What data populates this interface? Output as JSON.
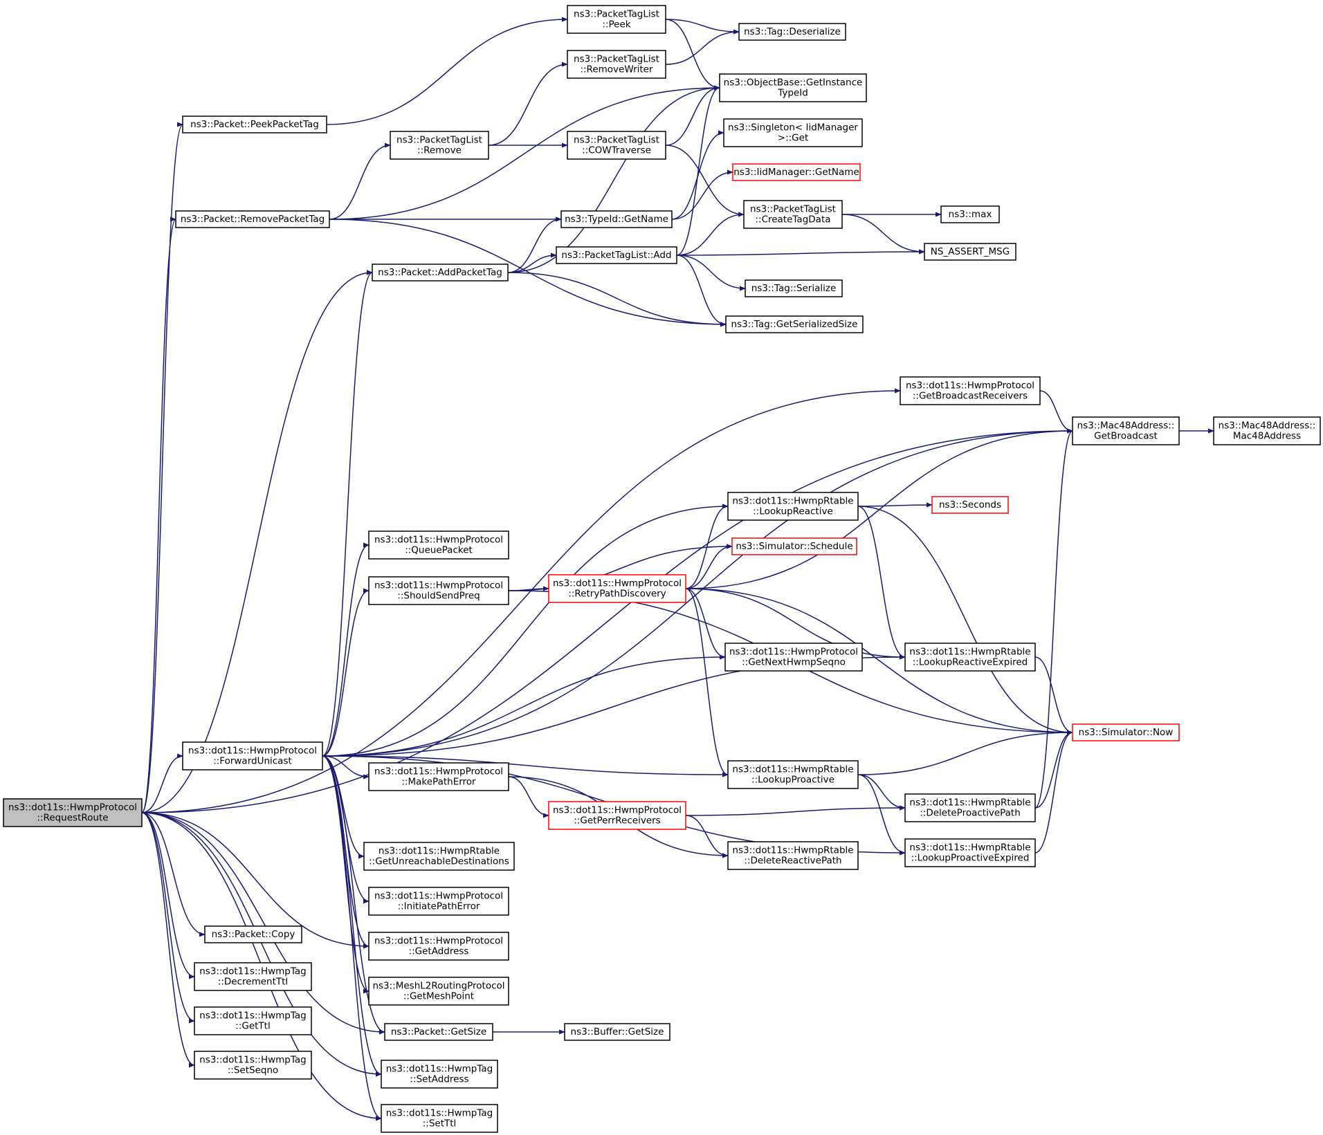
{
  "colors": {
    "edge": "#191970",
    "normal_border": "#000000",
    "truncated_border": "#ff0000",
    "root_fill": "#bfbfbf",
    "node_fill": "#ffffff"
  },
  "nodes": {
    "request_route": {
      "lines": [
        "ns3::dot11s::HwmpProtocol",
        "::RequestRoute"
      ],
      "kind": "root"
    },
    "peek_packet_tag": {
      "lines": [
        "ns3::Packet::PeekPacketTag"
      ],
      "kind": "normal"
    },
    "remove_packet_tag": {
      "lines": [
        "ns3::Packet::RemovePacketTag"
      ],
      "kind": "normal"
    },
    "add_packet_tag": {
      "lines": [
        "ns3::Packet::AddPacketTag"
      ],
      "kind": "normal"
    },
    "forward_unicast": {
      "lines": [
        "ns3::dot11s::HwmpProtocol",
        "::ForwardUnicast"
      ],
      "kind": "normal"
    },
    "packet_copy": {
      "lines": [
        "ns3::Packet::Copy"
      ],
      "kind": "normal"
    },
    "decrement_ttl": {
      "lines": [
        "ns3::dot11s::HwmpTag",
        "::DecrementTtl"
      ],
      "kind": "normal"
    },
    "get_ttl": {
      "lines": [
        "ns3::dot11s::HwmpTag",
        "::GetTtl"
      ],
      "kind": "normal"
    },
    "set_seqno": {
      "lines": [
        "ns3::dot11s::HwmpTag",
        "::SetSeqno"
      ],
      "kind": "normal"
    },
    "ptl_remove": {
      "lines": [
        "ns3::PacketTagList",
        "::Remove"
      ],
      "kind": "normal"
    },
    "queue_packet": {
      "lines": [
        "ns3::dot11s::HwmpProtocol",
        "::QueuePacket"
      ],
      "kind": "normal"
    },
    "should_send_preq": {
      "lines": [
        "ns3::dot11s::HwmpProtocol",
        "::ShouldSendPreq"
      ],
      "kind": "normal"
    },
    "make_path_error": {
      "lines": [
        "ns3::dot11s::HwmpProtocol",
        "::MakePathError"
      ],
      "kind": "normal"
    },
    "get_unreachable": {
      "lines": [
        "ns3::dot11s::HwmpRtable",
        "::GetUnreachableDestinations"
      ],
      "kind": "normal"
    },
    "initiate_path_error": {
      "lines": [
        "ns3::dot11s::HwmpProtocol",
        "::InitiatePathError"
      ],
      "kind": "normal"
    },
    "get_address": {
      "lines": [
        "ns3::dot11s::HwmpProtocol",
        "::GetAddress"
      ],
      "kind": "normal"
    },
    "get_mesh_point": {
      "lines": [
        "ns3::MeshL2RoutingProtocol",
        "::GetMeshPoint"
      ],
      "kind": "normal"
    },
    "packet_get_size": {
      "lines": [
        "ns3::Packet::GetSize"
      ],
      "kind": "normal"
    },
    "tag_set_address": {
      "lines": [
        "ns3::dot11s::HwmpTag",
        "::SetAddress"
      ],
      "kind": "normal"
    },
    "tag_set_ttl": {
      "lines": [
        "ns3::dot11s::HwmpTag",
        "::SetTtl"
      ],
      "kind": "normal"
    },
    "ptl_peek": {
      "lines": [
        "ns3::PacketTagList",
        "::Peek"
      ],
      "kind": "normal"
    },
    "ptl_remove_writer": {
      "lines": [
        "ns3::PacketTagList",
        "::RemoveWriter"
      ],
      "kind": "normal"
    },
    "ptl_cow_traverse": {
      "lines": [
        "ns3::PacketTagList",
        "::COWTraverse"
      ],
      "kind": "normal"
    },
    "typeid_get_name": {
      "lines": [
        "ns3::TypeId::GetName"
      ],
      "kind": "normal"
    },
    "ptl_add": {
      "lines": [
        "ns3::PacketTagList::Add"
      ],
      "kind": "normal"
    },
    "retry_path_discovery": {
      "lines": [
        "ns3::dot11s::HwmpProtocol",
        "::RetryPathDiscovery"
      ],
      "kind": "truncated"
    },
    "get_perr_receivers": {
      "lines": [
        "ns3::dot11s::HwmpProtocol",
        "::GetPerrReceivers"
      ],
      "kind": "truncated"
    },
    "buffer_get_size": {
      "lines": [
        "ns3::Buffer::GetSize"
      ],
      "kind": "normal"
    },
    "tag_deserialize": {
      "lines": [
        "ns3::Tag::Deserialize"
      ],
      "kind": "normal"
    },
    "get_instance_typeid": {
      "lines": [
        "ns3::ObjectBase::GetInstance",
        "TypeId"
      ],
      "kind": "normal"
    },
    "singleton_get": {
      "lines": [
        "ns3::Singleton< IidManager",
        " >::Get"
      ],
      "kind": "normal"
    },
    "iid_get_name": {
      "lines": [
        "ns3::IidManager::GetName"
      ],
      "kind": "truncated"
    },
    "ptl_create_tag_data": {
      "lines": [
        "ns3::PacketTagList",
        "::CreateTagData"
      ],
      "kind": "normal"
    },
    "tag_serialize": {
      "lines": [
        "ns3::Tag::Serialize"
      ],
      "kind": "normal"
    },
    "tag_get_serialized_size": {
      "lines": [
        "ns3::Tag::GetSerializedSize"
      ],
      "kind": "normal"
    },
    "lookup_reactive": {
      "lines": [
        "ns3::dot11s::HwmpRtable",
        "::LookupReactive"
      ],
      "kind": "normal"
    },
    "simulator_schedule": {
      "lines": [
        "ns3::Simulator::Schedule"
      ],
      "kind": "truncated"
    },
    "get_next_hwmp_seqno": {
      "lines": [
        "ns3::dot11s::HwmpProtocol",
        "::GetNextHwmpSeqno"
      ],
      "kind": "normal"
    },
    "lookup_proactive": {
      "lines": [
        "ns3::dot11s::HwmpRtable",
        "::LookupProactive"
      ],
      "kind": "normal"
    },
    "delete_reactive_path": {
      "lines": [
        "ns3::dot11s::HwmpRtable",
        "::DeleteReactivePath"
      ],
      "kind": "normal"
    },
    "ns3_max": {
      "lines": [
        "ns3::max"
      ],
      "kind": "normal"
    },
    "ns_assert_msg": {
      "lines": [
        "NS_ASSERT_MSG"
      ],
      "kind": "normal"
    },
    "get_broadcast_receivers": {
      "lines": [
        "ns3::dot11s::HwmpProtocol",
        "::GetBroadcastReceivers"
      ],
      "kind": "normal"
    },
    "ns3_seconds": {
      "lines": [
        "ns3::Seconds"
      ],
      "kind": "truncated"
    },
    "lookup_reactive_expired": {
      "lines": [
        "ns3::dot11s::HwmpRtable",
        "::LookupReactiveExpired"
      ],
      "kind": "normal"
    },
    "delete_proactive_path": {
      "lines": [
        "ns3::dot11s::HwmpRtable",
        "::DeleteProactivePath"
      ],
      "kind": "normal"
    },
    "lookup_proactive_expired": {
      "lines": [
        "ns3::dot11s::HwmpRtable",
        "::LookupProactiveExpired"
      ],
      "kind": "normal"
    },
    "mac48_get_broadcast": {
      "lines": [
        "ns3::Mac48Address::",
        "GetBroadcast"
      ],
      "kind": "normal"
    },
    "simulator_now": {
      "lines": [
        "ns3::Simulator::Now"
      ],
      "kind": "truncated"
    },
    "mac48_address": {
      "lines": [
        "ns3::Mac48Address::",
        "Mac48Address"
      ],
      "kind": "normal"
    }
  },
  "edges": [
    [
      "request_route",
      "peek_packet_tag"
    ],
    [
      "request_route",
      "remove_packet_tag"
    ],
    [
      "request_route",
      "add_packet_tag"
    ],
    [
      "request_route",
      "mac48_get_broadcast"
    ],
    [
      "request_route",
      "get_broadcast_receivers"
    ],
    [
      "request_route",
      "forward_unicast"
    ],
    [
      "request_route",
      "packet_copy"
    ],
    [
      "request_route",
      "decrement_ttl"
    ],
    [
      "request_route",
      "get_ttl"
    ],
    [
      "request_route",
      "set_seqno"
    ],
    [
      "request_route",
      "get_address"
    ],
    [
      "request_route",
      "packet_get_size"
    ],
    [
      "request_route",
      "tag_set_address"
    ],
    [
      "request_route",
      "tag_set_ttl"
    ],
    [
      "peek_packet_tag",
      "ptl_peek"
    ],
    [
      "remove_packet_tag",
      "get_instance_typeid"
    ],
    [
      "remove_packet_tag",
      "ptl_remove"
    ],
    [
      "remove_packet_tag",
      "typeid_get_name"
    ],
    [
      "remove_packet_tag",
      "tag_get_serialized_size"
    ],
    [
      "add_packet_tag",
      "get_instance_typeid"
    ],
    [
      "add_packet_tag",
      "typeid_get_name"
    ],
    [
      "add_packet_tag",
      "ptl_add"
    ],
    [
      "add_packet_tag",
      "tag_get_serialized_size"
    ],
    [
      "ptl_peek",
      "tag_deserialize"
    ],
    [
      "ptl_peek",
      "get_instance_typeid"
    ],
    [
      "ptl_remove_writer",
      "tag_deserialize"
    ],
    [
      "ptl_remove",
      "ptl_remove_writer"
    ],
    [
      "ptl_remove",
      "ptl_cow_traverse"
    ],
    [
      "ptl_cow_traverse",
      "get_instance_typeid"
    ],
    [
      "ptl_cow_traverse",
      "ptl_create_tag_data"
    ],
    [
      "typeid_get_name",
      "singleton_get"
    ],
    [
      "typeid_get_name",
      "iid_get_name"
    ],
    [
      "ptl_add",
      "get_instance_typeid"
    ],
    [
      "ptl_add",
      "ptl_create_tag_data"
    ],
    [
      "ptl_add",
      "ns_assert_msg"
    ],
    [
      "ptl_add",
      "tag_serialize"
    ],
    [
      "ptl_add",
      "tag_get_serialized_size"
    ],
    [
      "ptl_create_tag_data",
      "ns3_max"
    ],
    [
      "ptl_create_tag_data",
      "ns_assert_msg"
    ],
    [
      "get_broadcast_receivers",
      "mac48_get_broadcast"
    ],
    [
      "mac48_get_broadcast",
      "mac48_address"
    ],
    [
      "forward_unicast",
      "add_packet_tag"
    ],
    [
      "forward_unicast",
      "mac48_get_broadcast"
    ],
    [
      "forward_unicast",
      "lookup_reactive"
    ],
    [
      "forward_unicast",
      "queue_packet"
    ],
    [
      "forward_unicast",
      "should_send_preq"
    ],
    [
      "forward_unicast",
      "get_next_hwmp_seqno"
    ],
    [
      "forward_unicast",
      "lookup_reactive_expired"
    ],
    [
      "forward_unicast",
      "lookup_proactive"
    ],
    [
      "forward_unicast",
      "make_path_error"
    ],
    [
      "forward_unicast",
      "lookup_proactive_expired"
    ],
    [
      "forward_unicast",
      "get_unreachable"
    ],
    [
      "forward_unicast",
      "initiate_path_error"
    ],
    [
      "forward_unicast",
      "get_address"
    ],
    [
      "forward_unicast",
      "get_mesh_point"
    ],
    [
      "forward_unicast",
      "packet_get_size"
    ],
    [
      "forward_unicast",
      "tag_set_address"
    ],
    [
      "forward_unicast",
      "tag_set_ttl"
    ],
    [
      "should_send_preq",
      "simulator_schedule"
    ],
    [
      "should_send_preq",
      "retry_path_discovery"
    ],
    [
      "should_send_preq",
      "simulator_now"
    ],
    [
      "retry_path_discovery",
      "mac48_get_broadcast"
    ],
    [
      "retry_path_discovery",
      "lookup_reactive"
    ],
    [
      "retry_path_discovery",
      "simulator_schedule"
    ],
    [
      "retry_path_discovery",
      "get_next_hwmp_seqno"
    ],
    [
      "retry_path_discovery",
      "lookup_reactive_expired"
    ],
    [
      "retry_path_discovery",
      "lookup_proactive"
    ],
    [
      "retry_path_discovery",
      "simulator_now"
    ],
    [
      "make_path_error",
      "get_perr_receivers"
    ],
    [
      "make_path_error",
      "delete_reactive_path"
    ],
    [
      "get_perr_receivers",
      "delete_proactive_path"
    ],
    [
      "get_perr_receivers",
      "delete_reactive_path"
    ],
    [
      "lookup_reactive",
      "ns3_seconds"
    ],
    [
      "lookup_reactive",
      "lookup_reactive_expired"
    ],
    [
      "lookup_reactive",
      "simulator_now"
    ],
    [
      "lookup_reactive_expired",
      "simulator_now"
    ],
    [
      "lookup_proactive",
      "simulator_now"
    ],
    [
      "lookup_proactive",
      "delete_proactive_path"
    ],
    [
      "lookup_proactive",
      "lookup_proactive_expired"
    ],
    [
      "delete_proactive_path",
      "mac48_get_broadcast"
    ],
    [
      "delete_proactive_path",
      "simulator_now"
    ],
    [
      "lookup_proactive_expired",
      "simulator_now"
    ],
    [
      "packet_get_size",
      "buffer_get_size"
    ]
  ]
}
